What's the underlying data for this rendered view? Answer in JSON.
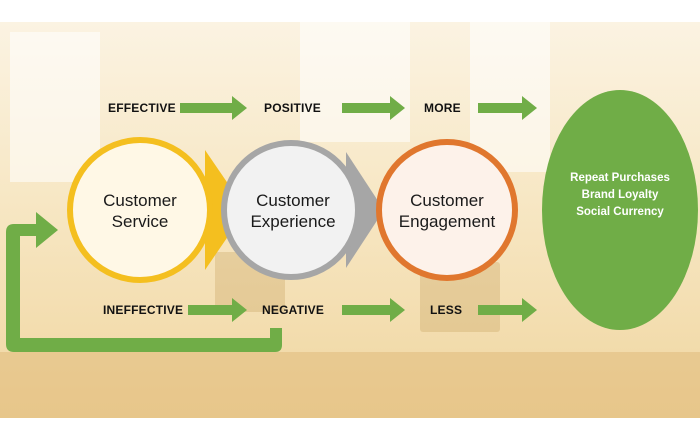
{
  "top_row": {
    "effective": "EFFECTIVE",
    "positive": "POSITIVE",
    "more": "MORE"
  },
  "bottom_row": {
    "ineffective": "INEFFECTIVE",
    "negative": "NEGATIVE",
    "less": "LESS"
  },
  "circles": {
    "service": {
      "line1": "Customer",
      "line2": "Service"
    },
    "experience": {
      "line1": "Customer",
      "line2": "Experience"
    },
    "engagement": {
      "line1": "Customer",
      "line2": "Engagement"
    }
  },
  "outcomes": {
    "line1": "Repeat Purchases",
    "line2": "Brand Loyalty",
    "line3": "Social Currency"
  },
  "colors": {
    "arrow_green": "#70ad47",
    "service_ring": "#f4bf1f",
    "service_fill": "#fff8e6",
    "experience_ring": "#a6a6a6",
    "experience_fill": "#f2f2f2",
    "engagement_ring": "#e0772e",
    "engagement_fill": "#fdf2ea",
    "oval_fill": "#70ad47"
  }
}
